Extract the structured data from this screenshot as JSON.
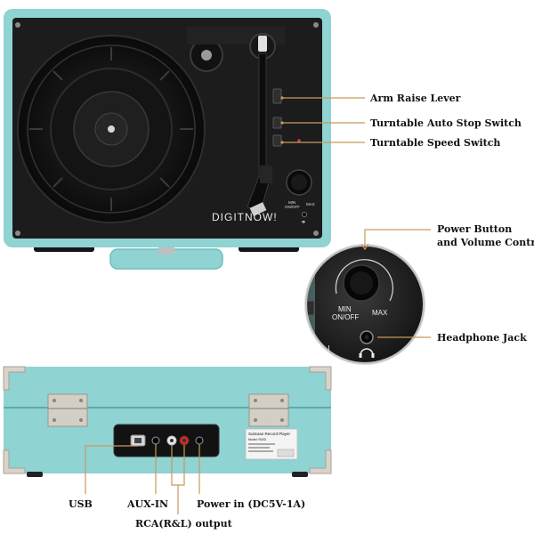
{
  "colors": {
    "case_teal": "#8fd3d3",
    "case_teal_dark": "#6fbcbc",
    "deck_black": "#1c1c1c",
    "platter": "#0f0f0f",
    "leader": "#c79a5b",
    "metal": "#d9d4cb"
  },
  "callouts": {
    "arm_raise_lever": "Arm Raise Lever",
    "auto_stop_switch": "Turntable Auto Stop Switch",
    "speed_switch": "Turntable Speed Switch",
    "power_button_line1": "Power Button",
    "power_button_line2": "and Volume Control",
    "headphone_jack": "Headphone Jack",
    "usb": "USB",
    "aux_in": "AUX-IN",
    "rca_output": "RCA(R&L) output",
    "power_in": "Power in (DC5V-1A)"
  },
  "device_text": {
    "brand": "DIGITNOW!",
    "knob_min": "MIN",
    "knob_onoff": "ON/OFF",
    "knob_max": "MAX",
    "zoom_min": "MIN",
    "zoom_onoff": "ON/OFF",
    "zoom_max": "MAX",
    "zoom_side_letter": "I",
    "label_title": "Suitcase Record Player",
    "label_model": "Model: R403"
  },
  "icons": {
    "headphone": "headphone-icon",
    "usb": "usb-port-icon"
  }
}
